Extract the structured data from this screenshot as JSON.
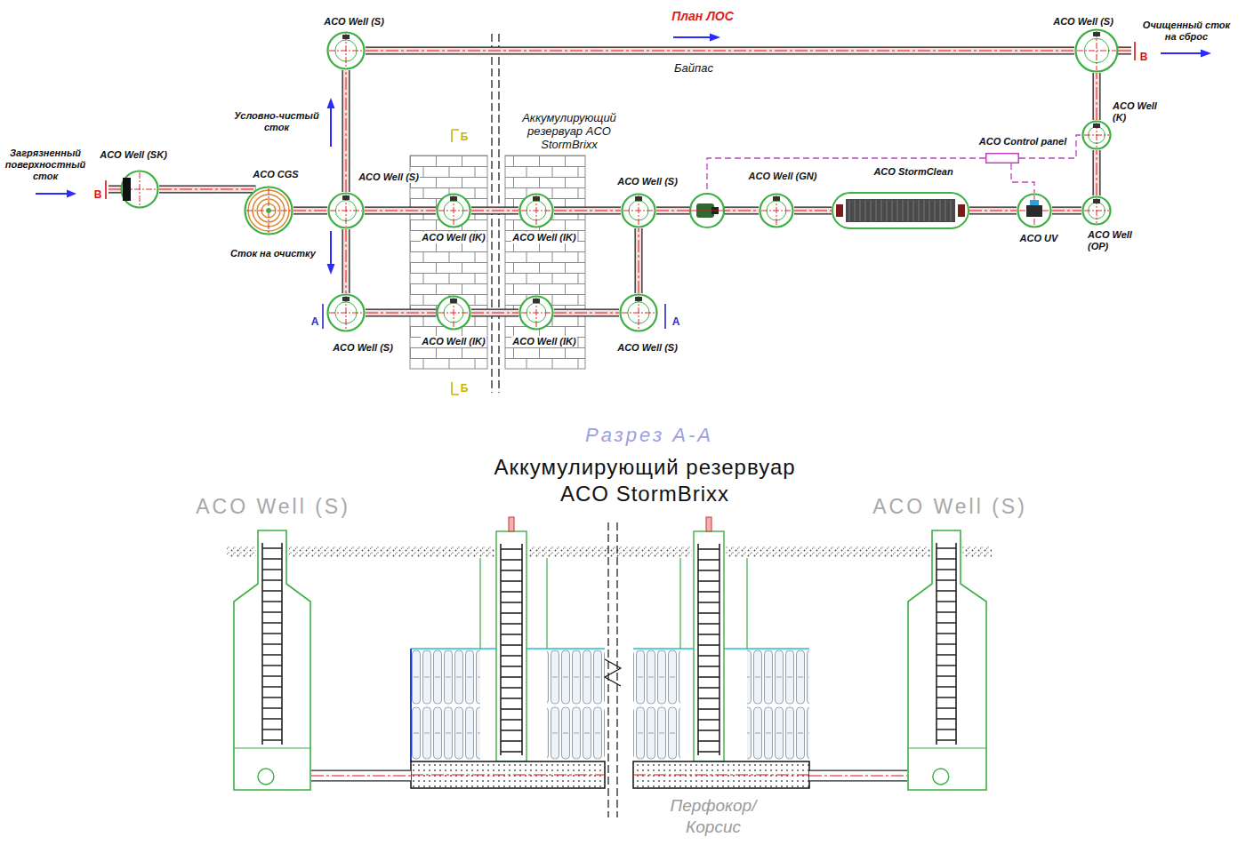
{
  "diagram": {
    "title": "План ЛОС",
    "nodes": [
      {
        "text": [
          "ACO Well (SK)"
        ]
      },
      {
        "text": [
          "ACO CGS"
        ]
      },
      {
        "text": [
          "ACO Well (S)"
        ]
      },
      {
        "text": [
          "ACO Well (S)"
        ]
      },
      {
        "text": [
          "ACO Well (S)"
        ]
      },
      {
        "text": [
          "Аккумулирующий резервуар ACO StormBrixx"
        ]
      },
      {
        "text": [
          "ACO Well (IK)"
        ],
        "in": 5
      },
      {
        "text": [
          "ACO Well (IK)"
        ],
        "in": 5
      },
      {
        "text": [
          "ACO Well (IK)"
        ],
        "in": 5
      },
      {
        "text": [
          "ACO Well (IK)"
        ],
        "in": 5
      },
      {
        "text": [
          "ACO Well (S)"
        ]
      },
      {
        "text": [
          "ACO Well (S)"
        ]
      },
      {
        "text": [
          "ACO Well (GN)"
        ]
      },
      {
        "text": [
          "ACO StormClean"
        ]
      },
      {
        "text": [
          "ACO UV"
        ]
      },
      {
        "text": [
          "ACO Well (OP)"
        ]
      },
      {
        "text": [
          "ACO Well (K)"
        ]
      },
      {
        "text": [
          "ACO Well (S)"
        ]
      },
      {
        "text": [
          "ACO Control panel"
        ]
      },
      {
        "text": [
          "ACO Well (S)"
        ]
      },
      {
        "text": [
          "Аккумулирующий резервуар ACO StormBrixx"
        ]
      },
      {
        "text": [
          "ACO Well (S)"
        ]
      }
    ],
    "edges": [
      {
        "from": 0,
        "to": 1,
        "arrow": "none"
      },
      {
        "from": 1,
        "to": 2,
        "arrow": "none"
      },
      {
        "from": 2,
        "to": 3,
        "arrow": "none"
      },
      {
        "from": 2,
        "to": 4,
        "arrow": "none"
      },
      {
        "from": 3,
        "to": 17,
        "label": "Байпас",
        "arrow": "none"
      },
      {
        "from": 2,
        "to": 6,
        "arrow": "none"
      },
      {
        "from": 6,
        "to": 7,
        "arrow": "none"
      },
      {
        "from": 7,
        "to": 10,
        "arrow": "none"
      },
      {
        "from": 4,
        "to": 8,
        "arrow": "none"
      },
      {
        "from": 8,
        "to": 9,
        "arrow": "none"
      },
      {
        "from": 9,
        "to": 11,
        "arrow": "none"
      },
      {
        "from": 11,
        "to": 10,
        "arrow": "none"
      },
      {
        "from": 10,
        "to": 12,
        "arrow": "none"
      },
      {
        "from": 12,
        "to": 13,
        "arrow": "none"
      },
      {
        "from": 13,
        "to": 14,
        "arrow": "none"
      },
      {
        "from": 14,
        "to": 15,
        "arrow": "none"
      },
      {
        "from": 15,
        "to": 16,
        "arrow": "none"
      },
      {
        "from": 16,
        "to": 17,
        "arrow": "none"
      },
      {
        "from": 18,
        "to": 14,
        "arrow": "none"
      },
      {
        "from": 18,
        "to": 16,
        "arrow": "none"
      },
      {
        "from": 19,
        "to": 20,
        "arrow": "none"
      },
      {
        "from": 20,
        "to": 21,
        "arrow": "none"
      }
    ],
    "labels": [
      "Очищенный сток на сброс",
      "Загрязненный поверхностный сток",
      "Условно-чистый сток",
      "Сток на очистку",
      "Б",
      "Б",
      "А",
      "А",
      "В",
      "В",
      "Разрез А-А",
      "Перфокор/ Корсис"
    ]
  }
}
